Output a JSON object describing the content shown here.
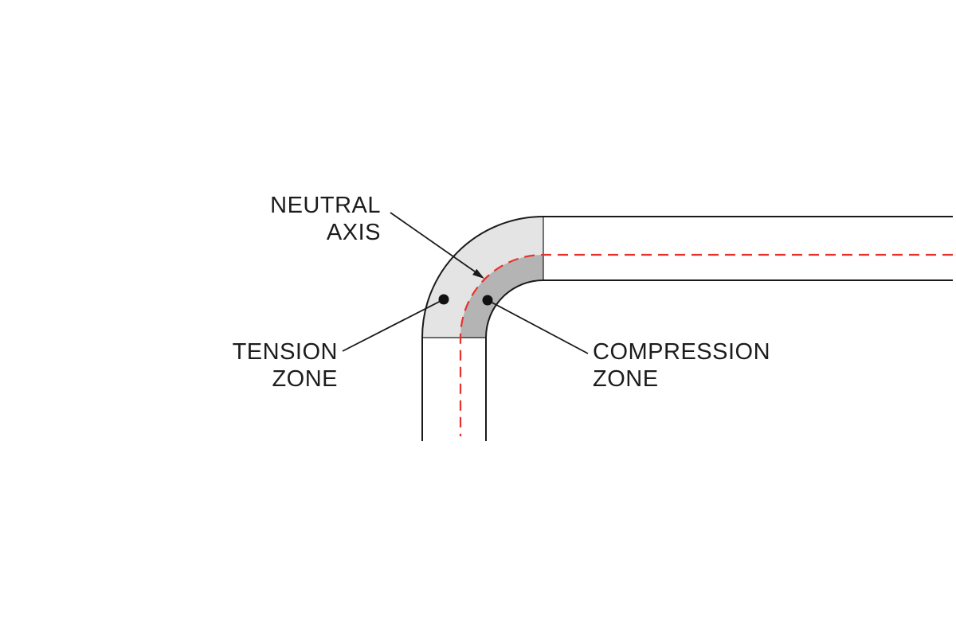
{
  "diagram": {
    "labels": {
      "neutral_axis": {
        "line1": "NEUTRAL",
        "line2": "AXIS"
      },
      "tension_zone": {
        "line1": "TENSION",
        "line2": "ZONE"
      },
      "compression_zone": {
        "line1": "COMPRESSION",
        "line2": "ZONE"
      }
    },
    "colors": {
      "background": "#ffffff",
      "outline": "#1a1a1a",
      "label_text": "#1c1c1c",
      "tension_zone_fill": "#e4e4e4",
      "compression_zone_fill": "#b4b4b4",
      "neutral_axis_line": "#e8312a",
      "marker_dot": "#111111"
    }
  }
}
